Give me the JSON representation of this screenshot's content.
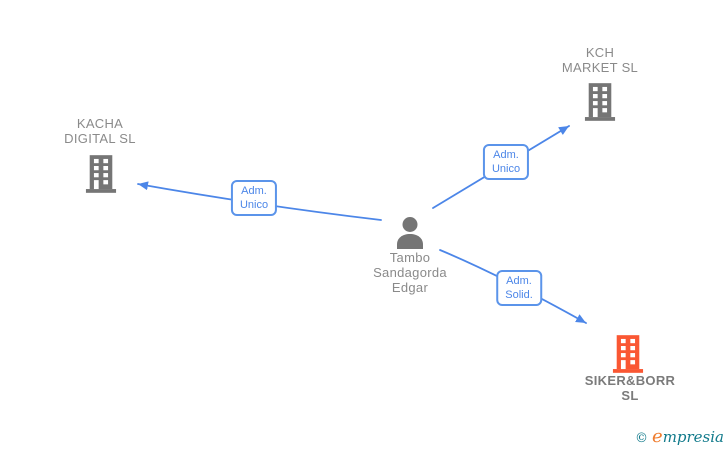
{
  "diagram": {
    "type": "corporate-relationship-graph",
    "person": {
      "line1": "Tambo",
      "line2": "Sandagorda",
      "line3": "Edgar"
    },
    "companies": {
      "kacha": {
        "line1": "KACHA",
        "line2": "DIGITAL SL"
      },
      "kch": {
        "line1": "KCH",
        "line2": "MARKET SL"
      },
      "siker": {
        "line1": "SIKER&BORR",
        "line2": "SL"
      }
    },
    "edge_labels": {
      "to_kacha": {
        "line1": "Adm.",
        "line2": "Unico"
      },
      "to_kch": {
        "line1": "Adm.",
        "line2": "Unico"
      },
      "to_siker": {
        "line1": "Adm.",
        "line2": "Solid."
      }
    }
  },
  "colors": {
    "edge_blue": "#4c86e8",
    "label_border_blue": "#5b94ea",
    "company_icon_gray": "#757575",
    "company_icon_orange": "#fa5733",
    "text_gray": "#8a8a8a",
    "logo_teal": "#117a8b",
    "logo_orange": "#ef7c2e"
  },
  "footer": {
    "copyright": "©",
    "brand_first_letter": "e",
    "brand_rest": "mpresia"
  }
}
